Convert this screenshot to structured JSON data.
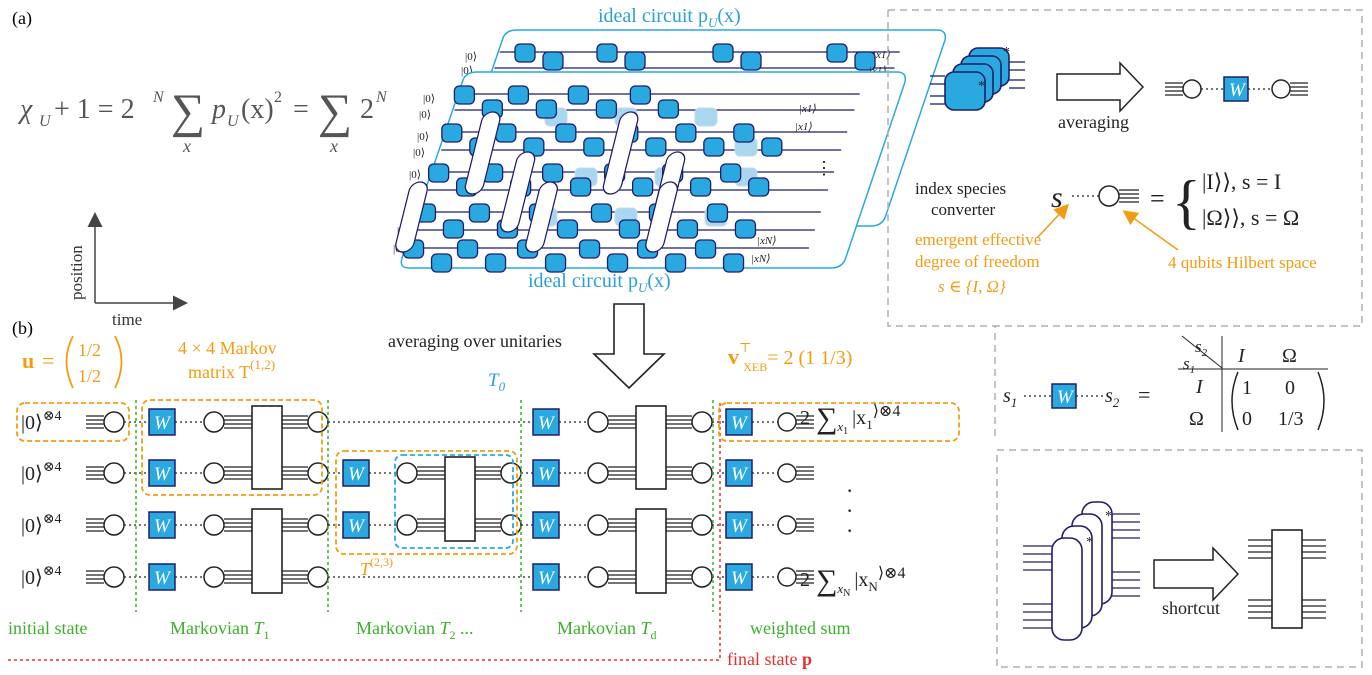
{
  "panel_a": {
    "label": "(a)",
    "eq_lhs": "χ",
    "eq_lhs_sub": "U",
    "eq_plus_one": " + 1 = 2",
    "eq_pow": "N",
    "eq_mid": "p",
    "eq_mid_sub": "U",
    "eq_mid_arg": "(x)",
    "eq_sq": "2",
    "eq_eq2": "=",
    "eq_end": "2",
    "eq_end_pow": "N",
    "sum_index": "x",
    "circuit_top_label": "ideal circuit p",
    "circuit_top_sub": "U",
    "circuit_top_arg": "(x)",
    "circuit_bottom_label": "ideal circuit p",
    "circuit_bottom_sub": "U",
    "circuit_bottom_arg": "(x)",
    "ket0": "|0⟩",
    "ket_x1": "|x",
    "ket_x1_sub": "1",
    "ket_xN": "|x",
    "ket_xN_sub": "N",
    "ket_close": "⟩",
    "axis_position": "position",
    "axis_time": "time"
  },
  "legend": {
    "averaging": "averaging",
    "w": "W",
    "converter_l1": "index species",
    "converter_l2": "converter",
    "s": "s",
    "case1": "|I⟩⟩, s = I",
    "case2": "|Ω⟩⟩, s = Ω",
    "emergent_l1": "emergent effective",
    "emergent_l2": "degree of freedom",
    "emergent_l3": "s ∈ {I, Ω}",
    "hilbert": "4 qubits Hilbert space",
    "s1": "s",
    "s1_sub": "1",
    "s2": "s",
    "s2_sub": "2",
    "matrix_col_I": "I",
    "matrix_col_Omega": "Ω",
    "matrix_row_I": "I",
    "matrix_row_Omega": "Ω",
    "m11": "1",
    "m12": "0",
    "m21": "0",
    "m22": "1/3",
    "shortcut": "shortcut"
  },
  "panel_b": {
    "label": "(b)",
    "u_vec": "u",
    "u_eq": "=",
    "u_top": "1/2",
    "u_bot": "1/2",
    "markov_l1": "4 × 4 Markov",
    "markov_l2": "matrix T",
    "markov_sup": "(1,2)",
    "averaging_over": "averaging over unitaries",
    "v_label": "v",
    "v_sub": "XEB",
    "v_sup": "⊤",
    "v_eq": "= 2 (1    1/3)",
    "t0": "T",
    "t0_sub": "0",
    "t23": "T",
    "t23_sup": "(2,3)",
    "init_ket": "|0⟩",
    "init_pow": "⊗4",
    "w": "W",
    "out_top_pre": "2",
    "out_top_sub": "x",
    "out_top_sub2": "1",
    "out_top_ket": "|x",
    "out_top_ket_sub": "1",
    "out_top_pow": "⟩⊗4",
    "out_bot_pre": "2",
    "out_bot_sub": "x",
    "out_bot_sub2": "N",
    "out_bot_ket": "|x",
    "out_bot_ket_sub": "N",
    "out_bot_pow": "⟩⊗4",
    "initial_state": "initial state",
    "markov1": "Markovian ",
    "markov1_T": "T",
    "markov1_sub": "1",
    "markov2": "Markovian ",
    "markov2_T": "T",
    "markov2_sub": "2",
    "markov2_dots": " ...",
    "markovd": "Markovian ",
    "markovd_T": "T",
    "markovd_sub": "d",
    "weighted_sum": "weighted sum",
    "final_state": "final state ",
    "final_p": "p"
  },
  "colors": {
    "navy": "#1f1e6b",
    "cyan": "#29a9e0",
    "cyan_light": "#a9d7f0",
    "orange": "#f39c12",
    "green": "#3cb02a",
    "red": "#e8302a",
    "blue_text": "#2b9fd6",
    "gray_dash": "#aaaaaa"
  }
}
